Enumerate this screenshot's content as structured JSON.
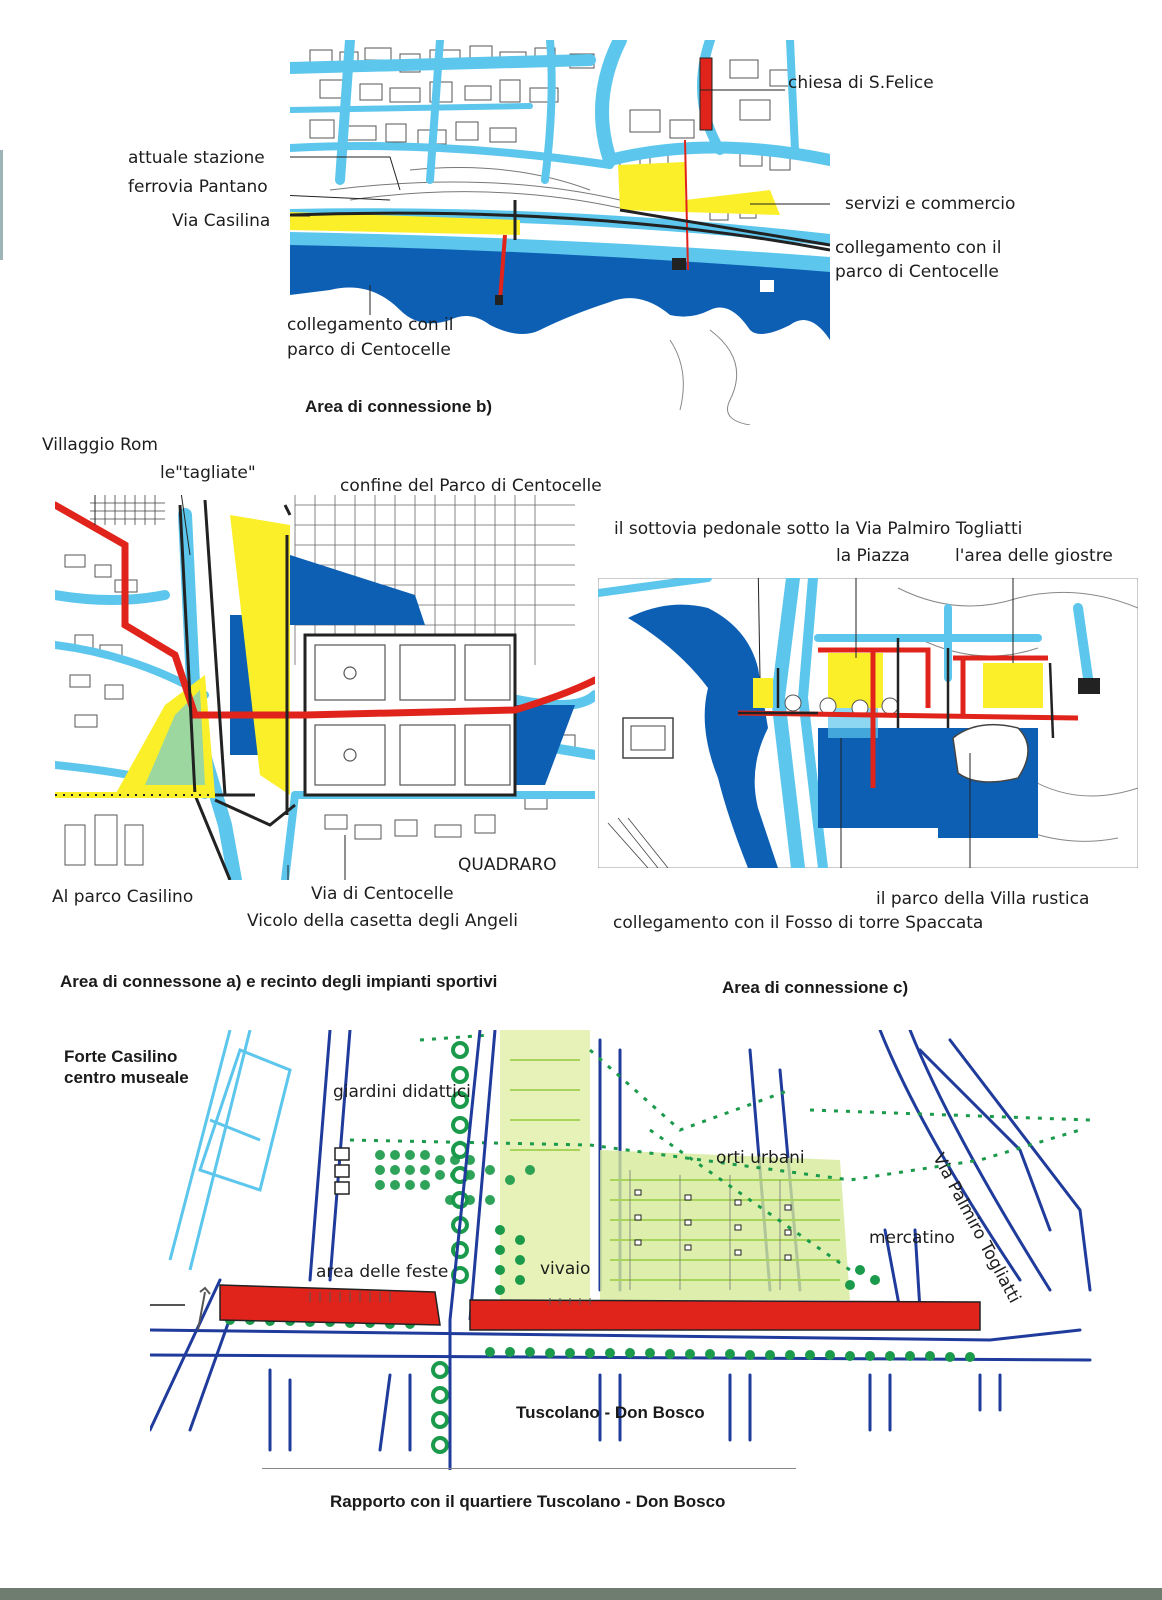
{
  "colors": {
    "road": "#5cc6ec",
    "park": "#0d5fb4",
    "yellow": "#fbef2a",
    "red": "#e0241b",
    "green": "#1a9a4a",
    "lightgreen": "#c6e27a",
    "navy": "#1f3b9b",
    "ink": "#1d1d1d"
  },
  "icons": [
    "north-arrow-icon",
    "tree-icon",
    "building-block-icon"
  ],
  "map_b": {
    "labels": {
      "chiesa": "chiesa di S.Felice",
      "stazione_1": "attuale  stazione",
      "stazione_2": "ferrovia Pantano",
      "casilina": "Via Casilina",
      "servizi": "servizi e commercio",
      "coll_right_1": "collegamento con il",
      "coll_right_2": "parco  di Centocelle",
      "coll_left_1": "collegamento con il",
      "coll_left_2": "parco di Centocelle"
    },
    "caption": "Area di connessione b)"
  },
  "map_a": {
    "labels": {
      "villaggio": "Villaggio Rom",
      "tagliate": "le\"tagliate\"",
      "confine": "confine del Parco di Centocelle",
      "quadraro": "QUADRARO",
      "al_parco": "Al parco Casilino",
      "via_centocelle": "Via di Centocelle",
      "vicolo": "Vicolo della casetta degli Angeli"
    },
    "caption": "Area di connessone a) e recinto degli impianti sportivi"
  },
  "map_c": {
    "labels": {
      "sottovia": "il sottovia pedonale sotto la Via Palmiro Togliatti",
      "piazza": "la Piazza",
      "giostre": "l'area delle giostre",
      "villa": "il parco della Villa rustica",
      "fosso": "collegamento con il Fosso di torre Spaccata"
    },
    "caption": "Area di connessione c)"
  },
  "map_d": {
    "labels": {
      "forte_1": "Forte Casilino",
      "forte_2": "centro museale",
      "giardini": "giardini didattici",
      "orti": "orti urbani",
      "mercatino": "mercatino",
      "feste": "area delle feste",
      "vivaio": "vivaio",
      "togliatti": "Via Palmiro Togliatti",
      "tuscolano": "Tuscolano - Don Bosco"
    },
    "caption": "Rapporto con il quartiere Tuscolano - Don Bosco"
  }
}
